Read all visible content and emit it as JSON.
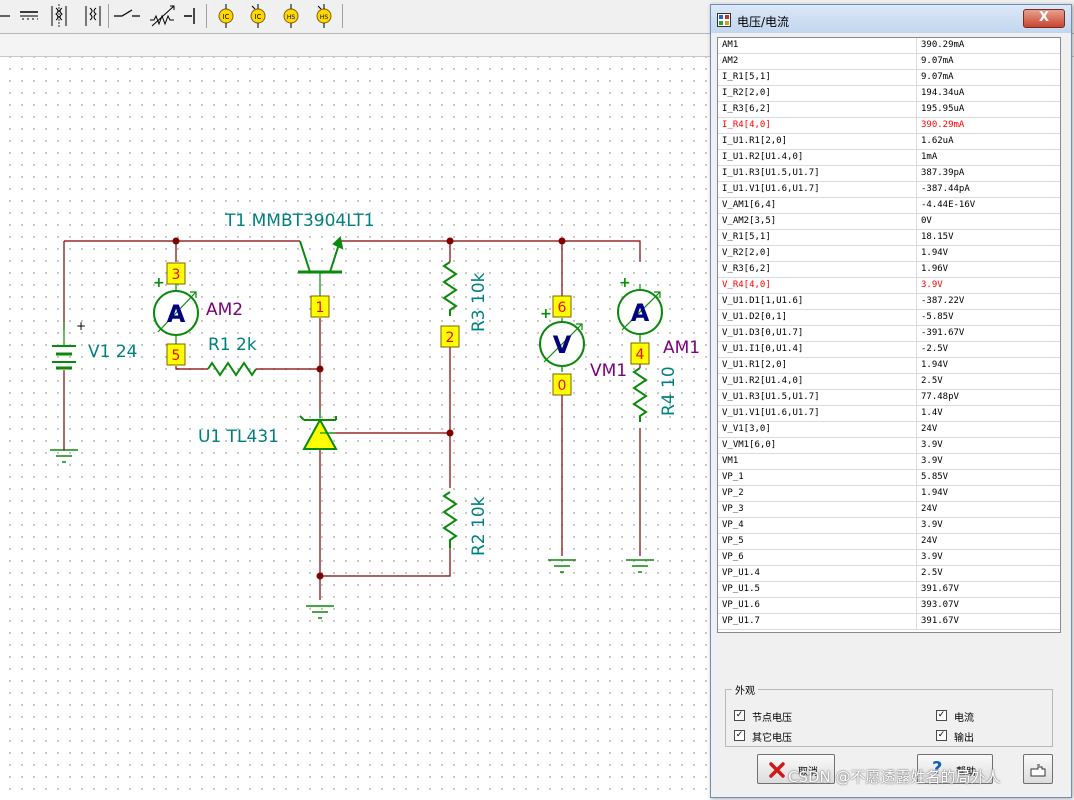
{
  "toolbar": {
    "icons": [
      "wire-icon",
      "ground-icon",
      "transformer-icon",
      "transformer2-icon",
      "switch-icon",
      "variable-resistor-icon",
      "capacitor-icon",
      "ic1-icon",
      "ic2-icon",
      "hs-icon",
      "hs2-icon"
    ],
    "ic_label": "IC",
    "hs_label": "HS"
  },
  "schematic": {
    "t1_label": "T1 MMBT3904LT1",
    "am2_label": "AM2",
    "r1_label": "R1 2k",
    "v1_label": "V1 24",
    "u1_label": "U1 TL431",
    "r3_label": "R3 10k",
    "r2_label": "R2 10k",
    "vm1_label": "VM1",
    "am1_label": "AM1",
    "r4_label": "R4 10",
    "ammeter_glyph": "A",
    "voltmeter_glyph": "V",
    "plus": "+",
    "nodes": {
      "n1": "1",
      "n2": "2",
      "n3": "3",
      "n4": "4",
      "n5": "5",
      "n6": "6",
      "n0": "0"
    },
    "colors": {
      "wire": "#800000",
      "component": "#0a8a0a",
      "label": "#008080",
      "node_bg": "#ffff00",
      "node_text": "#ff0000",
      "meter_label": "#800080"
    }
  },
  "dialog": {
    "title": "电压/电流",
    "close": "X",
    "rows": [
      {
        "name": "AM1",
        "value": "390.29mA"
      },
      {
        "name": "AM2",
        "value": "9.07mA"
      },
      {
        "name": "I_R1[5,1]",
        "value": "9.07mA"
      },
      {
        "name": "I_R2[2,0]",
        "value": "194.34uA"
      },
      {
        "name": "I_R3[6,2]",
        "value": "195.95uA"
      },
      {
        "name": "I_R4[4,0]",
        "value": "390.29mA",
        "highlight": true
      },
      {
        "name": "I_U1.R1[2,0]",
        "value": "1.62uA"
      },
      {
        "name": "I_U1.R2[U1.4,0]",
        "value": "1mA"
      },
      {
        "name": "I_U1.R3[U1.5,U1.7]",
        "value": "387.39pA"
      },
      {
        "name": "I_U1.V1[U1.6,U1.7]",
        "value": "-387.44pA"
      },
      {
        "name": "V_AM1[6,4]",
        "value": "-4.44E-16V"
      },
      {
        "name": "V_AM2[3,5]",
        "value": "0V"
      },
      {
        "name": "V_R1[5,1]",
        "value": "18.15V"
      },
      {
        "name": "V_R2[2,0]",
        "value": "1.94V"
      },
      {
        "name": "V_R3[6,2]",
        "value": "1.96V"
      },
      {
        "name": "V_R4[4,0]",
        "value": "3.9V",
        "highlight": true
      },
      {
        "name": "V_U1.D1[1,U1.6]",
        "value": "-387.22V"
      },
      {
        "name": "V_U1.D2[0,1]",
        "value": "-5.85V"
      },
      {
        "name": "V_U1.D3[0,U1.7]",
        "value": "-391.67V"
      },
      {
        "name": "V_U1.I1[0,U1.4]",
        "value": "-2.5V"
      },
      {
        "name": "V_U1.R1[2,0]",
        "value": "1.94V"
      },
      {
        "name": "V_U1.R2[U1.4,0]",
        "value": "2.5V"
      },
      {
        "name": "V_U1.R3[U1.5,U1.7]",
        "value": "77.48pV"
      },
      {
        "name": "V_U1.V1[U1.6,U1.7]",
        "value": "1.4V"
      },
      {
        "name": "V_V1[3,0]",
        "value": "24V"
      },
      {
        "name": "V_VM1[6,0]",
        "value": "3.9V"
      },
      {
        "name": "VM1",
        "value": "3.9V"
      },
      {
        "name": "VP_1",
        "value": "5.85V"
      },
      {
        "name": "VP_2",
        "value": "1.94V"
      },
      {
        "name": "VP_3",
        "value": "24V"
      },
      {
        "name": "VP_4",
        "value": "3.9V"
      },
      {
        "name": "VP_5",
        "value": "24V"
      },
      {
        "name": "VP_6",
        "value": "3.9V"
      },
      {
        "name": "VP_U1.4",
        "value": "2.5V"
      },
      {
        "name": "VP_U1.5",
        "value": "391.67V"
      },
      {
        "name": "VP_U1.6",
        "value": "393.07V"
      },
      {
        "name": "VP_U1.7",
        "value": "391.67V"
      }
    ],
    "appearance": {
      "group_title": "外观",
      "node_voltage": "节点电压",
      "other_voltage": "其它电压",
      "current": "电流",
      "output": "输出",
      "check_mark": "✓"
    },
    "buttons": {
      "cancel": "取消",
      "help": "帮助",
      "help_glyph": "?"
    },
    "highlight_color": "#ff0000"
  },
  "watermark": "CSDN @不愿透露姓名的局外人"
}
